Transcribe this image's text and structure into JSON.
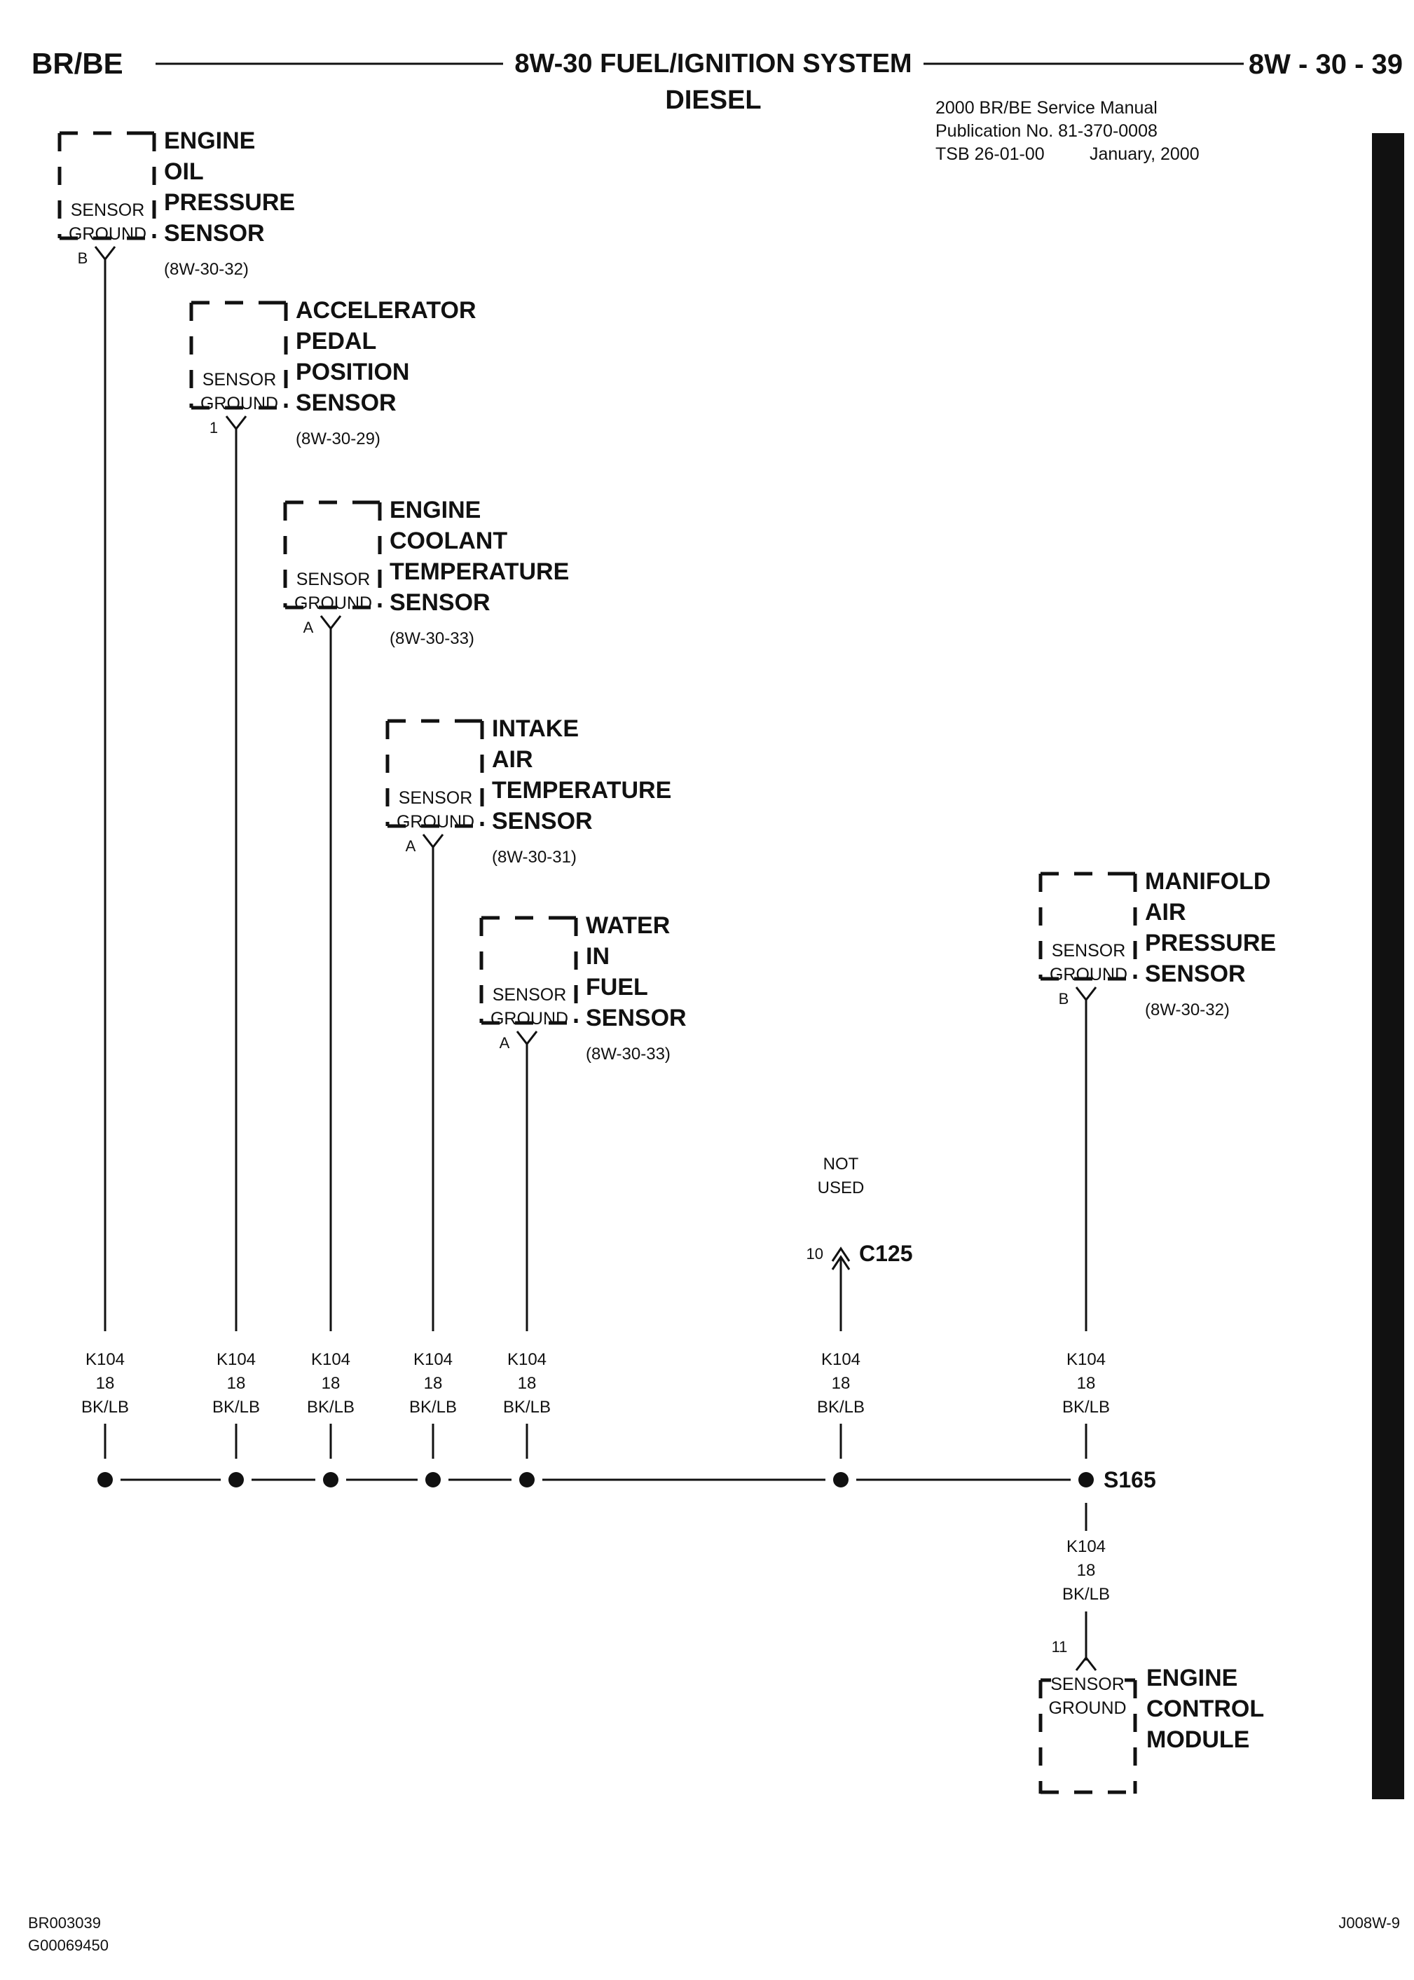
{
  "header": {
    "left": "BR/BE",
    "center_line1": "8W-30 FUEL/IGNITION SYSTEM",
    "center_line2": "DIESEL",
    "right": "8W - 30 - 39"
  },
  "publication": {
    "line1": "2000 BR/BE Service Manual",
    "line2": "Publication No. 81-370-0008",
    "line3_left": "TSB 26-01-00",
    "line3_right": "January, 2000"
  },
  "sensor_text": {
    "inner_line1": "SENSOR",
    "inner_line2": "GROUND"
  },
  "sensors": [
    {
      "title": [
        "ENGINE",
        "OIL",
        "PRESSURE",
        "SENSOR"
      ],
      "ref": "(8W-30-32)",
      "pin": "B"
    },
    {
      "title": [
        "ACCELERATOR",
        "PEDAL",
        "POSITION",
        "SENSOR"
      ],
      "ref": "(8W-30-29)",
      "pin": "1"
    },
    {
      "title": [
        "ENGINE",
        "COOLANT",
        "TEMPERATURE",
        "SENSOR"
      ],
      "ref": "(8W-30-33)",
      "pin": "A"
    },
    {
      "title": [
        "INTAKE",
        "AIR",
        "TEMPERATURE",
        "SENSOR"
      ],
      "ref": "(8W-30-31)",
      "pin": "A"
    },
    {
      "title": [
        "WATER",
        "IN",
        "FUEL",
        "SENSOR"
      ],
      "ref": "(8W-30-33)",
      "pin": "A"
    },
    {
      "title": [
        "MANIFOLD",
        "AIR",
        "PRESSURE",
        "SENSOR"
      ],
      "ref": "(8W-30-32)",
      "pin": "B"
    }
  ],
  "wire": {
    "circuit": "K104",
    "gauge": "18",
    "color": "BK/LB"
  },
  "connector": {
    "note_line1": "NOT",
    "note_line2": "USED",
    "pin": "10",
    "name": "C125"
  },
  "splice": "S165",
  "ecm": {
    "pin": "11",
    "title": [
      "ENGINE",
      "CONTROL",
      "MODULE"
    ]
  },
  "footer": {
    "left_line1": "BR003039",
    "left_line2": "G00069450",
    "right": "J008W-9"
  }
}
